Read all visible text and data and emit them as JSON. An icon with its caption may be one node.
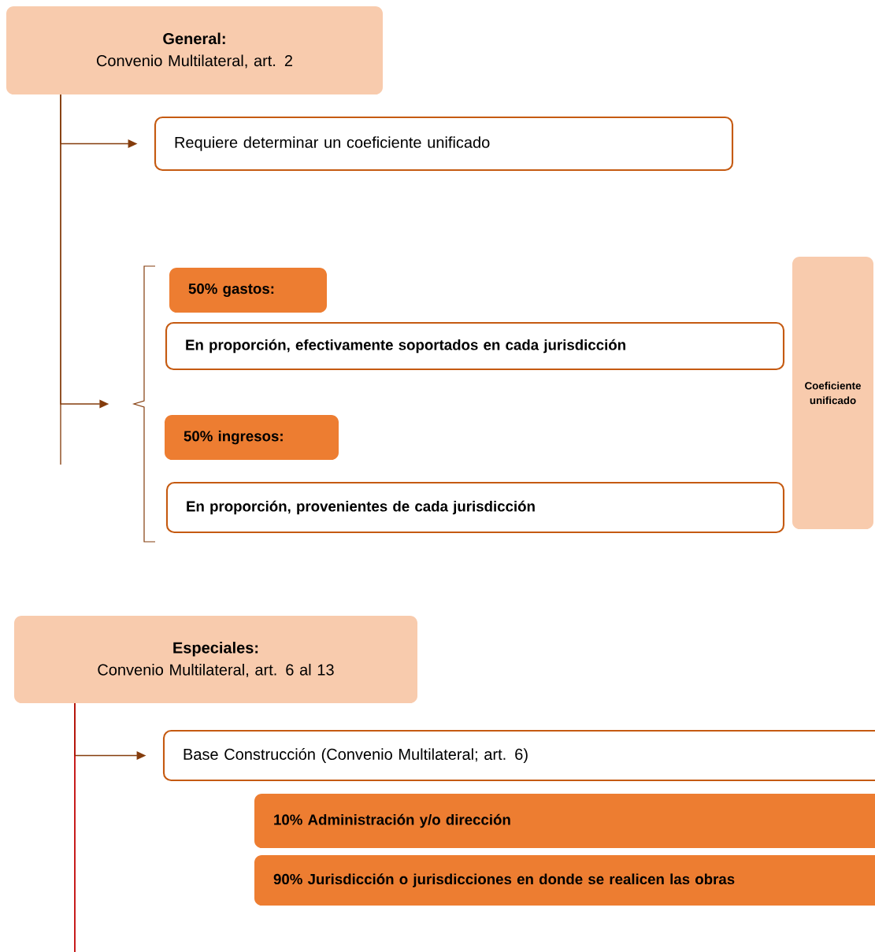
{
  "diagram": {
    "nodes": [
      {
        "text": [
          "General:",
          "Convenio Multilateral, art. 2"
        ]
      },
      {
        "text": [
          "Requiere determinar un coeficiente unificado"
        ]
      },
      {
        "text": [],
        "shape": "bracket"
      },
      {
        "text": [
          "50% gastos:"
        ]
      },
      {
        "text": [
          "En proporción, efectivamente soportados en cada jurisdicción"
        ]
      },
      {
        "text": [
          "50% ingresos:"
        ]
      },
      {
        "text": [
          "En proporción, provenientes de cada jurisdicción"
        ]
      },
      {
        "text": [
          "Coeficiente unificado"
        ]
      },
      {
        "text": [
          "Especiales:",
          "Convenio Multilateral, art. 6 al 13"
        ]
      },
      {
        "text": [
          "Base Construcción (Convenio Multilateral; art. 6)"
        ]
      },
      {
        "text": [
          "10% Administración y/o dirección"
        ]
      },
      {
        "text": [
          "90% Jurisdicción o jurisdicciones en donde se realicen las obras"
        ]
      }
    ],
    "edges": [
      {
        "from": 0,
        "to": 1,
        "arrow": "to"
      },
      {
        "from": 0,
        "to": 2,
        "arrow": "to"
      },
      {
        "from": 8,
        "to": 9,
        "arrow": "to"
      }
    ]
  }
}
